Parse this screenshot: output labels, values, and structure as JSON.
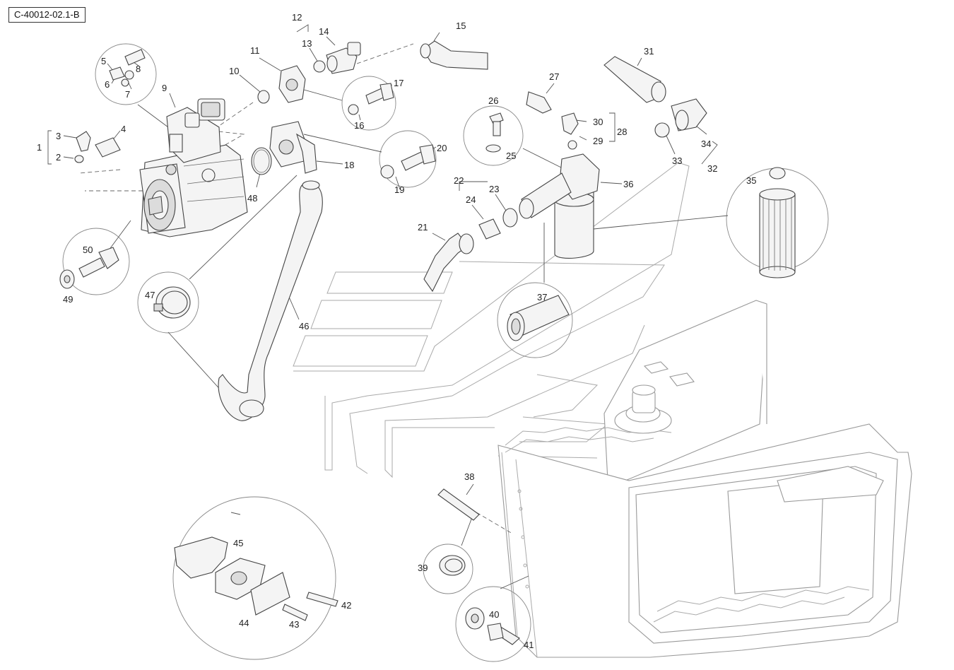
{
  "document": {
    "id": "C-40012-02.1-B"
  },
  "callouts": [
    "1",
    "2",
    "3",
    "4",
    "5",
    "6",
    "7",
    "8",
    "9",
    "10",
    "11",
    "12",
    "13",
    "14",
    "15",
    "16",
    "17",
    "18",
    "19",
    "20",
    "21",
    "22",
    "23",
    "24",
    "25",
    "26",
    "27",
    "28",
    "29",
    "30",
    "31",
    "32",
    "33",
    "34",
    "35",
    "36",
    "37",
    "38",
    "39",
    "40",
    "41",
    "42",
    "43",
    "44",
    "45",
    "46",
    "47",
    "48",
    "49",
    "50"
  ]
}
